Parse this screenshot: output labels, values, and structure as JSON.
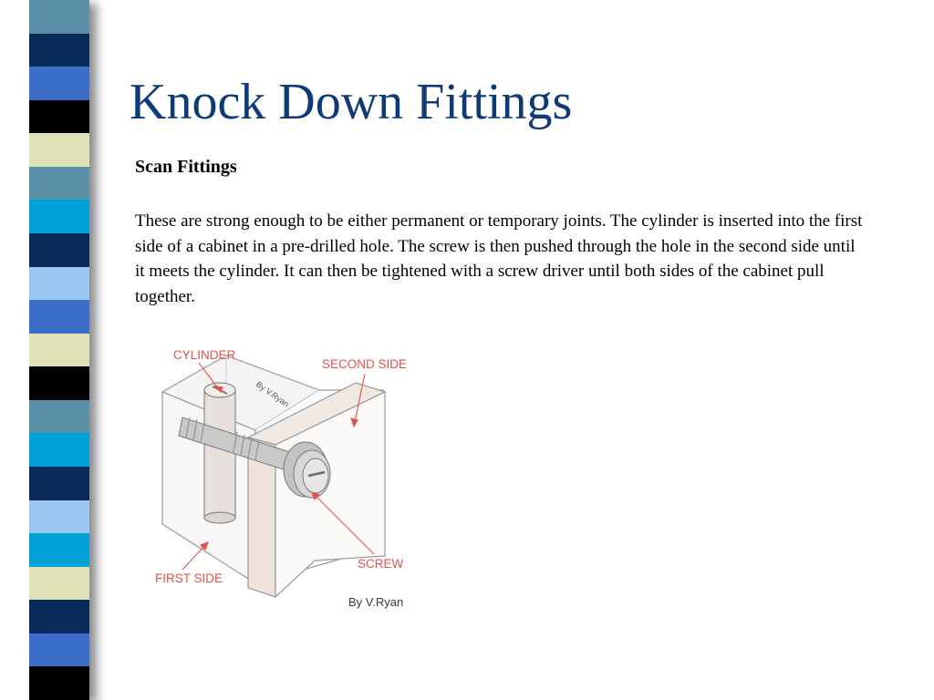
{
  "slide": {
    "title": "Knock Down Fittings",
    "subtitle": "Scan Fittings",
    "body": "These are strong enough to be either permanent or temporary joints. The cylinder is inserted into the first side of a cabinet in a pre-drilled hole. The screw is then pushed through the hole in the second side until it meets the cylinder. It can then be tightened with a screw driver until both sides of the cabinet pull together."
  },
  "diagram": {
    "labels": {
      "cylinder": "CYLINDER",
      "second_side": "SECOND SIDE",
      "screw": "SCREW",
      "first_side": "FIRST SIDE"
    },
    "watermark": "By V.Ryan",
    "credit": "By V.Ryan"
  },
  "theme": {
    "title_color": "#0d3b78",
    "label_color": "#e0524a",
    "stripe_colors": [
      "#5a8fa8",
      "#0a2a5c",
      "#3a6ec8",
      "#000000",
      "#e0e3b8",
      "#5a8fa8",
      "#00a0d8",
      "#0a2a5c",
      "#9ac6f0",
      "#3a6ec8",
      "#e0e3b8",
      "#000000",
      "#5a8fa8",
      "#00a0d8",
      "#0a2a5c",
      "#9ac6f0",
      "#00a0d8",
      "#e0e3b8",
      "#0a2a5c",
      "#3a6ec8",
      "#000000"
    ]
  }
}
